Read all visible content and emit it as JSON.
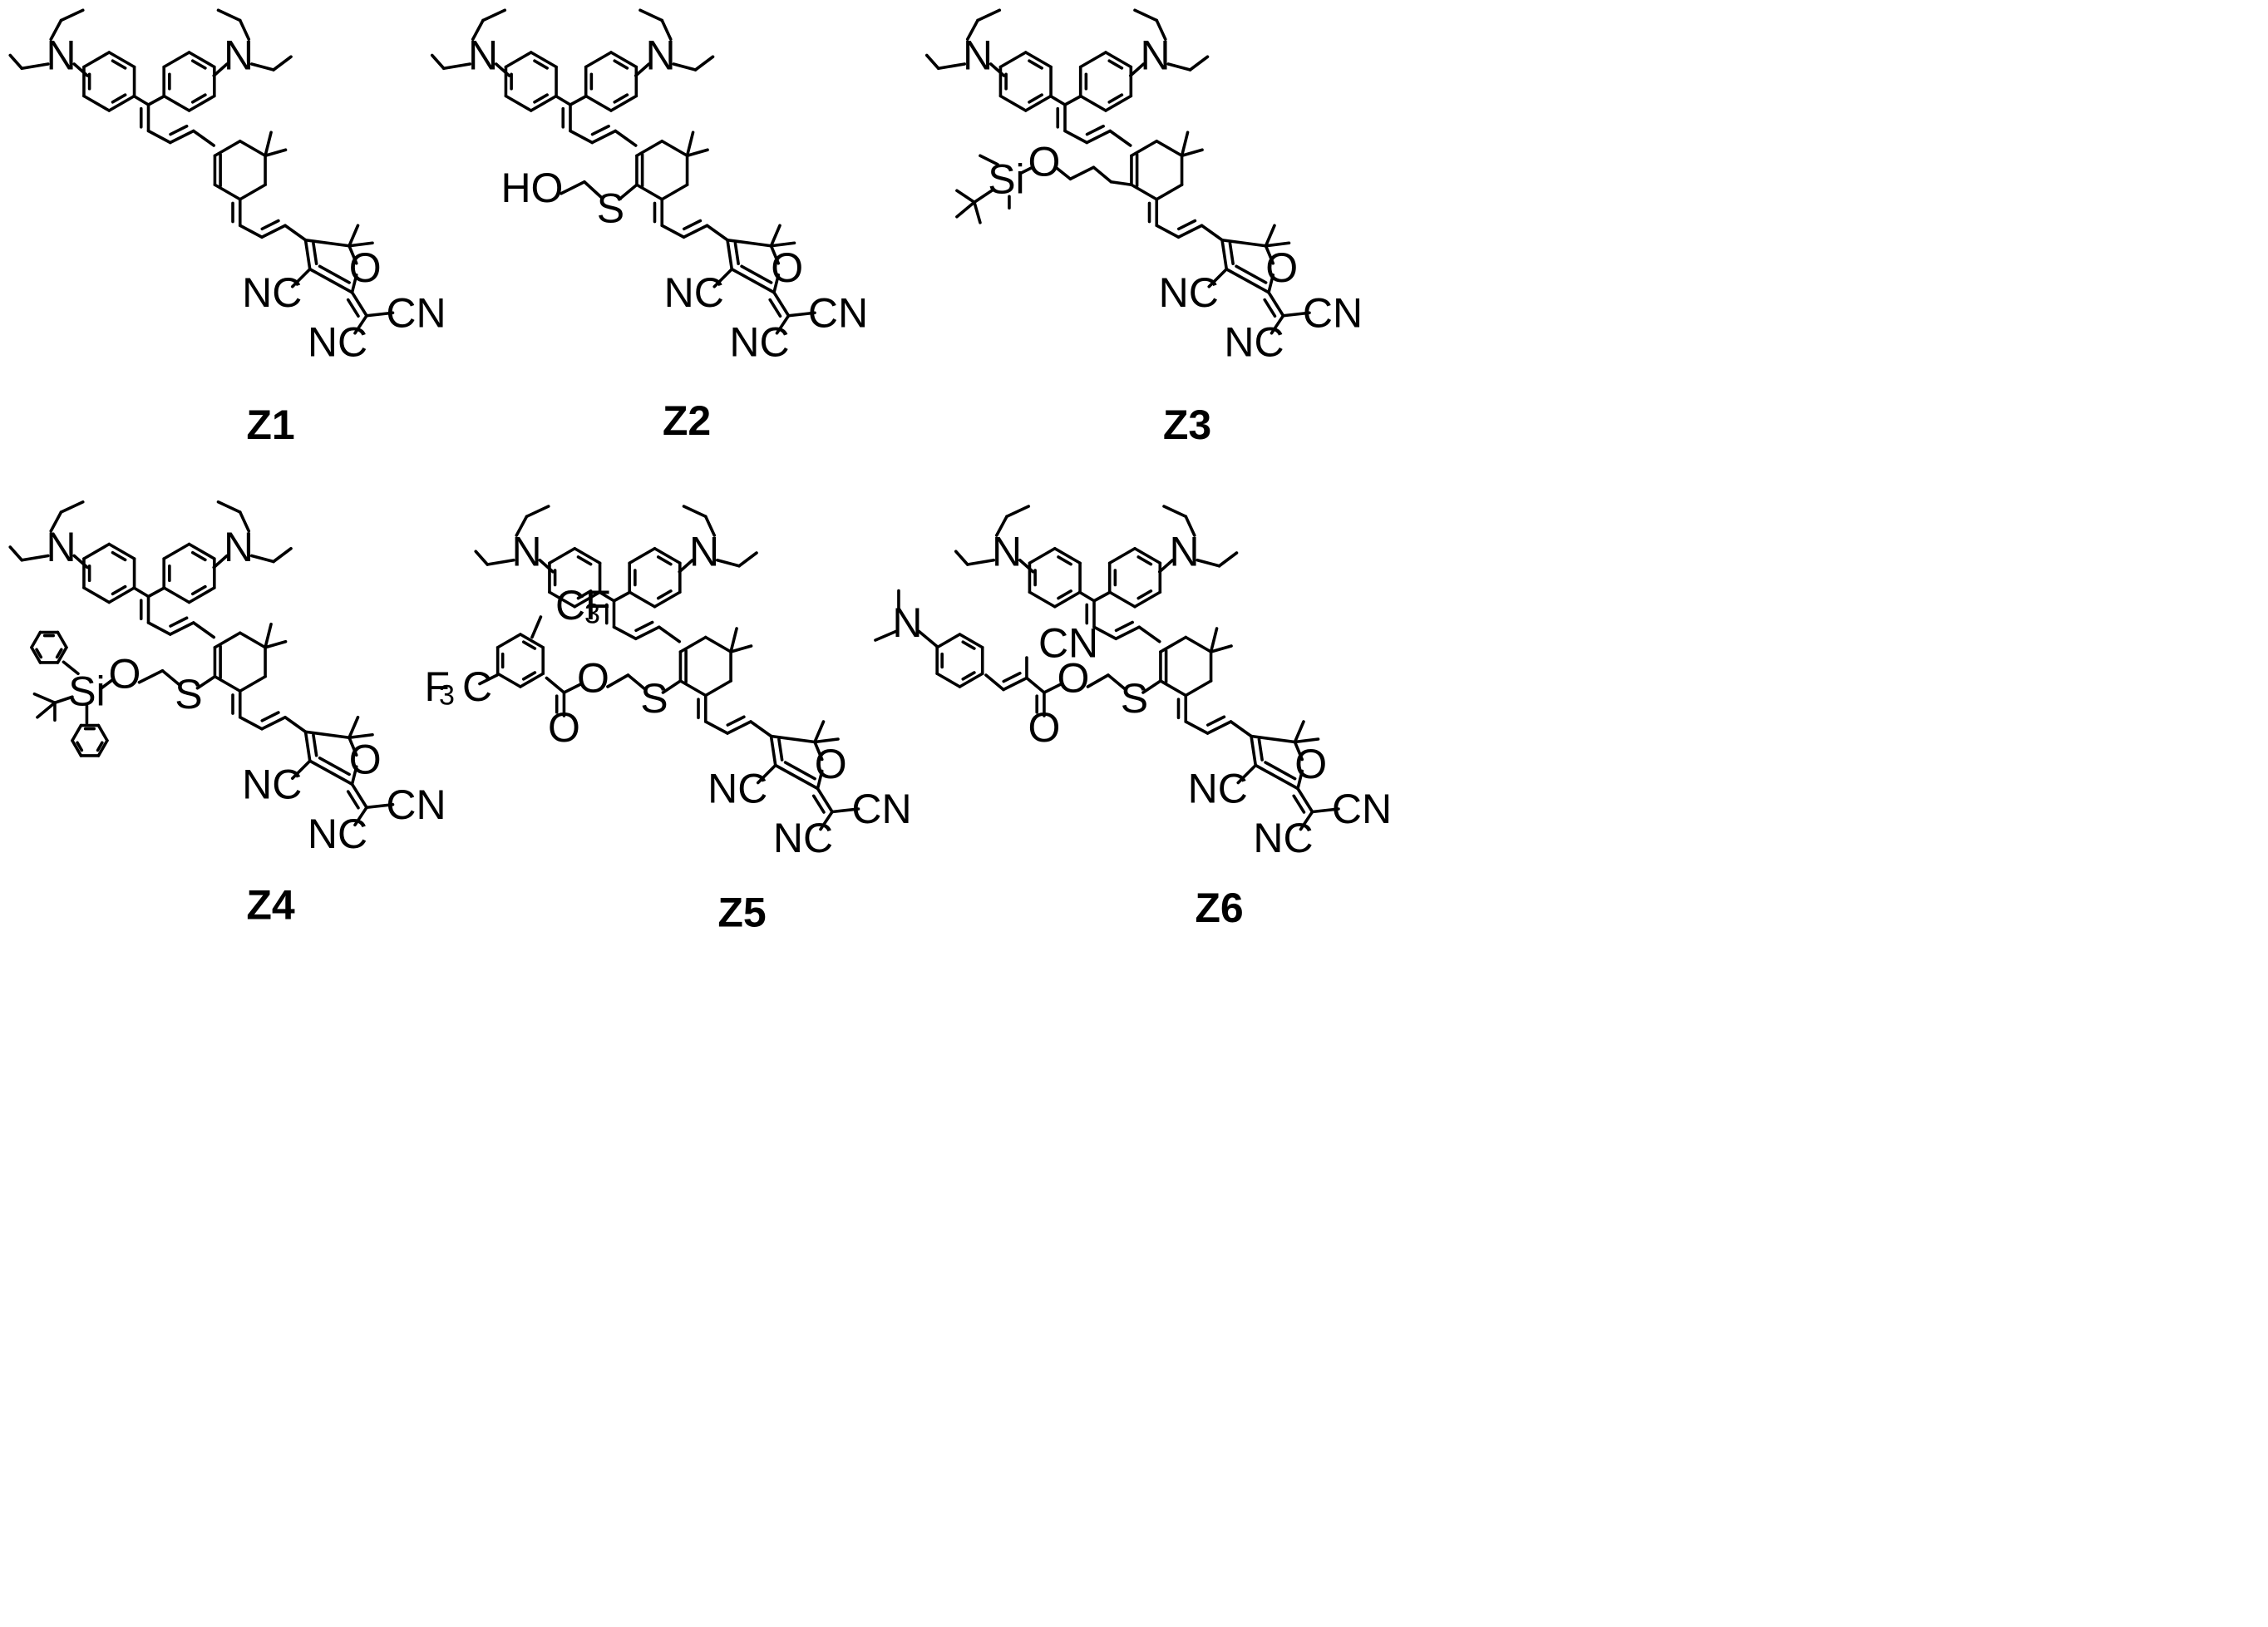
{
  "compounds": [
    {
      "label": "Z1",
      "substituent": "none"
    },
    {
      "label": "Z2",
      "substituent": "hydroxyethylthio"
    },
    {
      "label": "Z3",
      "substituent": "tbs-oxypropyl"
    },
    {
      "label": "Z4",
      "substituent": "tbdps-oxyethylthio"
    },
    {
      "label": "Z5",
      "substituent": "bis-cf3-benzoate-ethylthio"
    },
    {
      "label": "Z6",
      "substituent": "cyanoacrylate-ethylthio"
    }
  ],
  "atoms": {
    "N": "N",
    "O": "O",
    "S": "S",
    "Si": "Si",
    "NC": "NC",
    "CN": "CN",
    "HO": "HO",
    "CF": "CF",
    "F": "F",
    "C": "C",
    "sub3": "3"
  },
  "colors": {
    "ink": "#000000",
    "background": "#ffffff"
  }
}
